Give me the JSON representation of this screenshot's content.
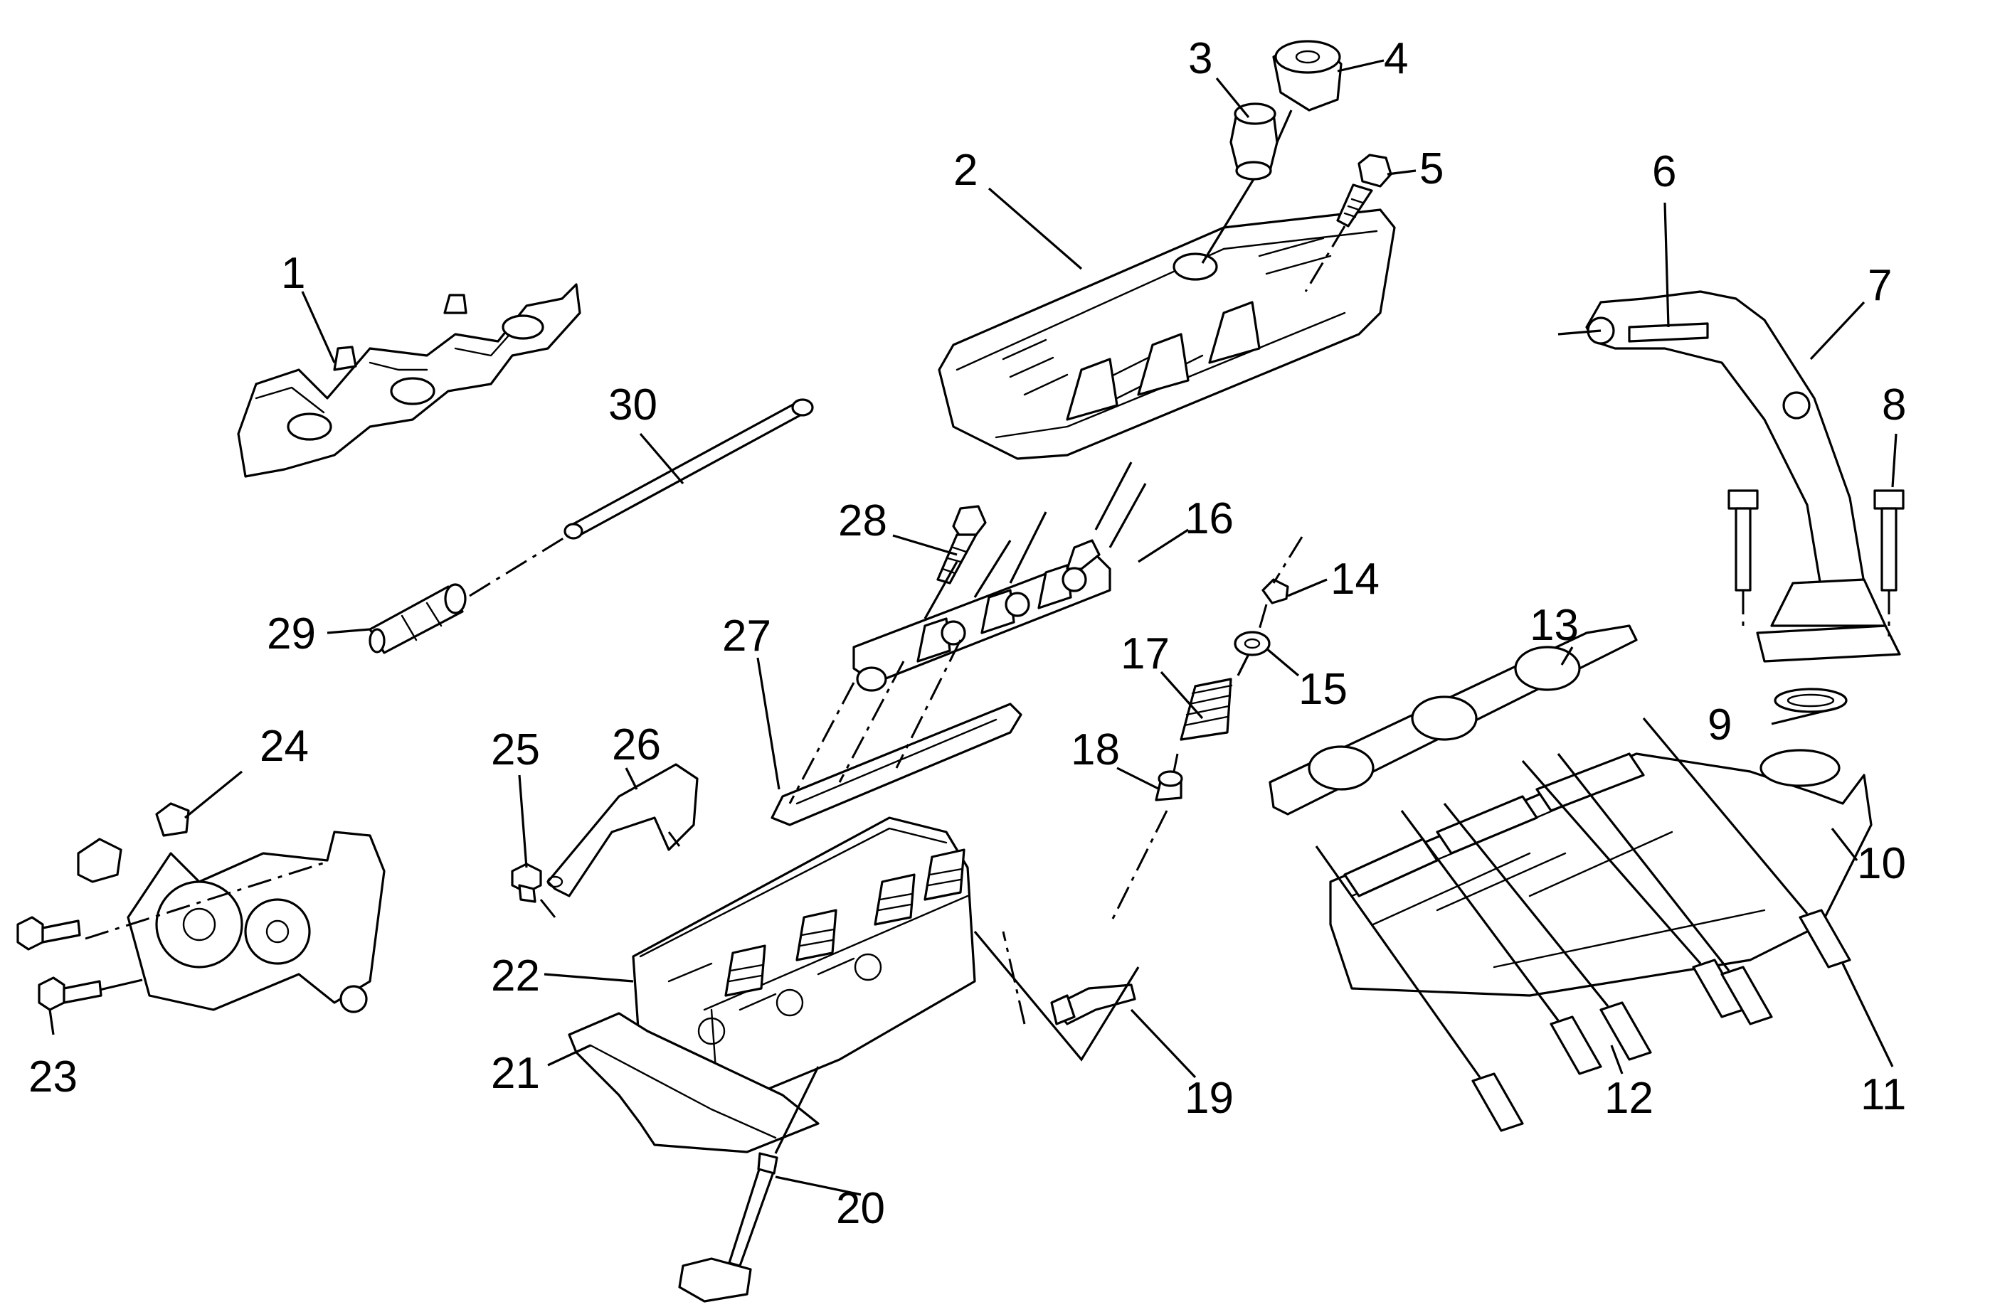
{
  "callouts": [
    {
      "id": "1",
      "text": "1",
      "part": "fuel-injector-rail"
    },
    {
      "id": "2",
      "text": "2",
      "part": "valve-rocker-arm-cover"
    },
    {
      "id": "3",
      "text": "3",
      "part": "oil-fill-tube"
    },
    {
      "id": "4",
      "text": "4",
      "part": "oil-fill-cap"
    },
    {
      "id": "5",
      "text": "5",
      "part": "valve-cover-bolt"
    },
    {
      "id": "6",
      "text": "6",
      "part": "exhaust-crossover-stud"
    },
    {
      "id": "7",
      "text": "7",
      "part": "exhaust-crossover-pipe"
    },
    {
      "id": "8",
      "text": "8",
      "part": "crossover-pipe-bolt"
    },
    {
      "id": "9",
      "text": "9",
      "part": "crossover-pipe-seal"
    },
    {
      "id": "10",
      "text": "10",
      "part": "exhaust-manifold"
    },
    {
      "id": "11",
      "text": "11",
      "part": "exhaust-manifold-stud"
    },
    {
      "id": "12",
      "text": "12",
      "part": "exhaust-manifold-stud"
    },
    {
      "id": "13",
      "text": "13",
      "part": "exhaust-manifold-gasket"
    },
    {
      "id": "14",
      "text": "14",
      "part": "valve-stem-key"
    },
    {
      "id": "15",
      "text": "15",
      "part": "valve-spring-cap"
    },
    {
      "id": "16",
      "text": "16",
      "part": "valve-rocker-arm"
    },
    {
      "id": "17",
      "text": "17",
      "part": "valve-spring"
    },
    {
      "id": "18",
      "text": "18",
      "part": "valve-stem-oil-seal"
    },
    {
      "id": "19",
      "text": "19",
      "part": "temperature-sensor"
    },
    {
      "id": "20",
      "text": "20",
      "part": "valve"
    },
    {
      "id": "21",
      "text": "21",
      "part": "cylinder-head-gasket"
    },
    {
      "id": "22",
      "text": "22",
      "part": "cylinder-head"
    },
    {
      "id": "23",
      "text": "23",
      "part": "bracket-bolt"
    },
    {
      "id": "24",
      "text": "24",
      "part": "accessory-drive-bracket"
    },
    {
      "id": "25",
      "text": "25",
      "part": "bracket-bolt"
    },
    {
      "id": "26",
      "text": "26",
      "part": "lift-bracket"
    },
    {
      "id": "27",
      "text": "27",
      "part": "valve-rocker-arm-support"
    },
    {
      "id": "28",
      "text": "28",
      "part": "rocker-arm-bolt"
    },
    {
      "id": "29",
      "text": "29",
      "part": "valve-lifter"
    },
    {
      "id": "30",
      "text": "30",
      "part": "valve-pushrod"
    }
  ]
}
